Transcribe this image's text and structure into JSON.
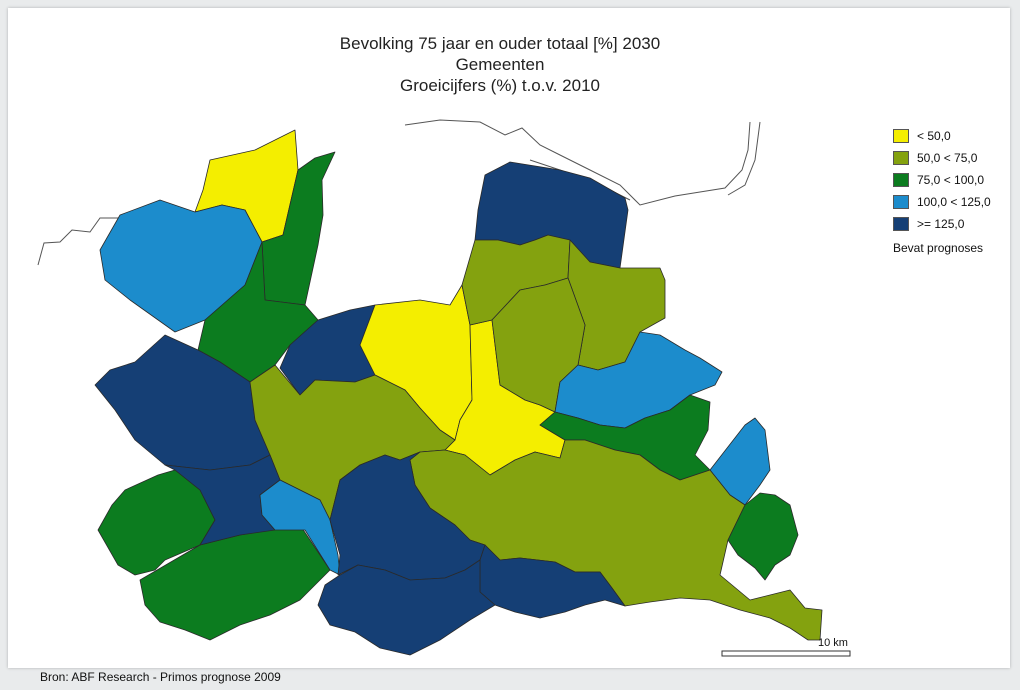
{
  "title": {
    "line1": "Bevolking 75 jaar en ouder totaal [%] 2030",
    "line2": "Gemeenten",
    "line3": "Groeicijfers (%) t.o.v. 2010"
  },
  "legend": {
    "items": [
      {
        "label": "< 50,0",
        "color": "#f4ee00"
      },
      {
        "label": "50,0 < 75,0",
        "color": "#84a20f"
      },
      {
        "label": "75,0 < 100,0",
        "color": "#0c7c1f"
      },
      {
        "label": "100,0 < 125,0",
        "color": "#1c8ccc"
      },
      {
        "label": ">= 125,0",
        "color": "#153f75"
      }
    ],
    "note": "Bevat prognoses"
  },
  "scale_bar": {
    "label": "10 km"
  },
  "source": "Bron: ABF Research - Primos prognose 2009",
  "map": {
    "region_classes": [
      {
        "id": "nw-yellow",
        "class": 0
      },
      {
        "id": "nw-blue",
        "class": 3
      },
      {
        "id": "n-green-strip",
        "class": 2
      },
      {
        "id": "nw-green",
        "class": 2
      },
      {
        "id": "west-navy",
        "class": 4
      },
      {
        "id": "center-navy",
        "class": 4
      },
      {
        "id": "center-yellow",
        "class": 0
      },
      {
        "id": "utrecht-yellow",
        "class": 0
      },
      {
        "id": "north-navy",
        "class": 4
      },
      {
        "id": "north-olive",
        "class": 1
      },
      {
        "id": "ne-olive",
        "class": 1
      },
      {
        "id": "east-blue",
        "class": 3
      },
      {
        "id": "center-olive",
        "class": 1
      },
      {
        "id": "mid-olive",
        "class": 1
      },
      {
        "id": "east-green",
        "class": 2
      },
      {
        "id": "far-east-blue",
        "class": 3
      },
      {
        "id": "se-olive",
        "class": 1
      },
      {
        "id": "se-green",
        "class": 2
      },
      {
        "id": "sw-green-top",
        "class": 2
      },
      {
        "id": "sw-green-bottom",
        "class": 2
      },
      {
        "id": "sw-navy",
        "class": 4
      },
      {
        "id": "sw-blue",
        "class": 3
      },
      {
        "id": "south-navy",
        "class": 4
      },
      {
        "id": "south-navy-2",
        "class": 4
      },
      {
        "id": "south-navy-3",
        "class": 4
      }
    ]
  }
}
